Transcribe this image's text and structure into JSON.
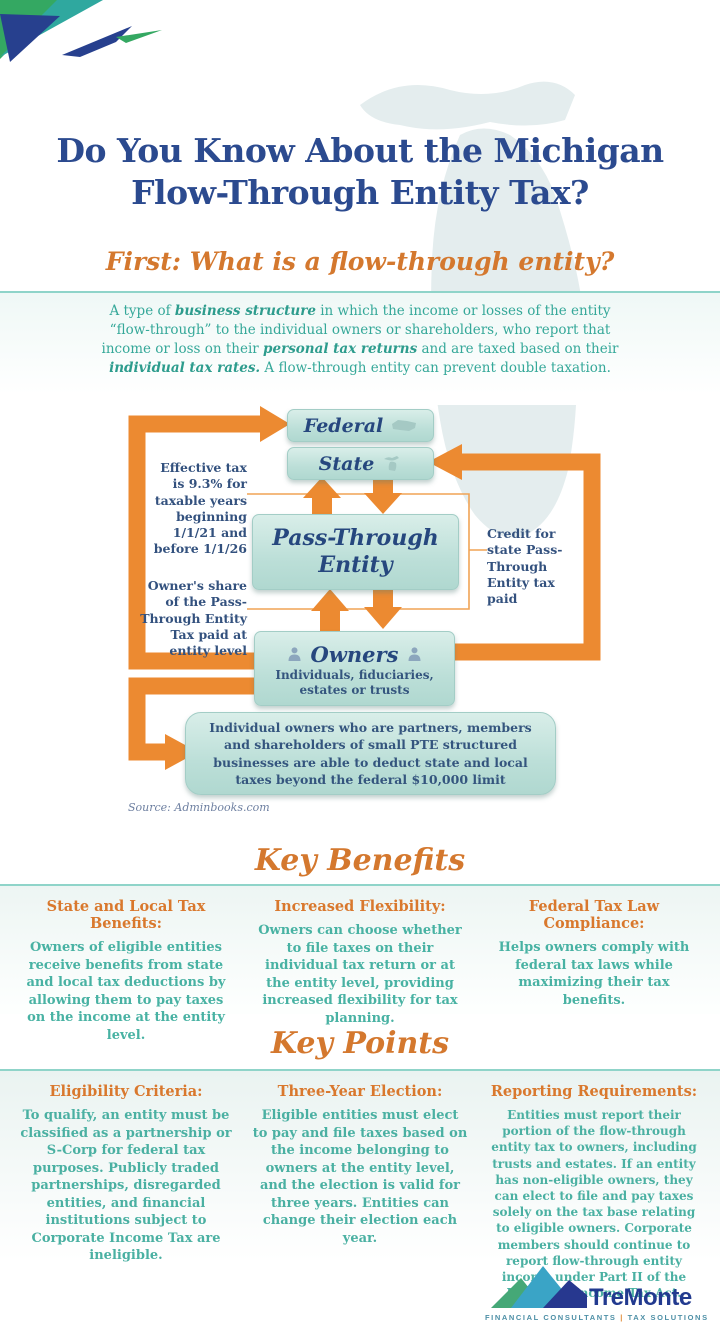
{
  "colors": {
    "navy": "#2b4a8f",
    "orange_heading": "#d4782e",
    "arrow_orange": "#ec8a31",
    "teal_body": "#35a899",
    "box_fill": "#bcdfd8",
    "divider_teal": "#8fd4c9"
  },
  "header": {
    "title_line1": "Do You Know About the Michigan",
    "title_line2": "Flow-Through Entity Tax?",
    "subtitle": "First: What is a flow-through entity?"
  },
  "intro": {
    "t1": "A type of ",
    "b1": "business structure",
    "t2": " in which the income or losses of the entity “flow-through” to the individual owners or shareholders, who report that income or loss on their ",
    "b2": "personal tax returns",
    "t3": " and are taxed based on their ",
    "b3": "individual tax rates.",
    "t4": " A flow-through entity can prevent double taxation."
  },
  "diagram": {
    "federal_label": "Federal",
    "state_label": "State",
    "pte_label_line1": "Pass-Through",
    "pte_label_line2": "Entity",
    "owners_label": "Owners",
    "owners_sub": "Individuals, fiduciaries, estates or trusts",
    "bottom_note": "Individual owners who are partners, members and shareholders of small PTE structured businesses are able to deduct state and local taxes beyond the federal $10,000 limit",
    "anno_left_top": "Effective tax is 9.3% for taxable years beginning 1/1/21 and before 1/1/26",
    "anno_left_bottom": "Owner's share of the Pass-Through Entity Tax paid at entity level",
    "anno_right": "Credit for state Pass-Through Entity tax paid",
    "source": "Source: Adminbooks.com"
  },
  "key_benefits": {
    "title": "Key Benefits",
    "items": [
      {
        "heading": "State and Local Tax Benefits:",
        "body": "Owners of eligible entities receive benefits from state and local tax deductions by allowing them to pay taxes on the income at the entity level."
      },
      {
        "heading": "Increased Flexibility:",
        "body": "Owners can choose whether to file taxes on their individual tax return or at the entity level, providing increased flexibility for tax planning."
      },
      {
        "heading": "Federal Tax Law Compliance:",
        "body": "Helps owners comply with federal tax laws while maximizing their tax benefits."
      }
    ]
  },
  "key_points": {
    "title": "Key Points",
    "items": [
      {
        "heading": "Eligibility Criteria:",
        "body": "To qualify, an entity must be classified as a partnership or S-Corp for federal tax purposes. Publicly traded partnerships, disregarded entities, and financial institutions subject to Corporate Income Tax are ineligible."
      },
      {
        "heading": "Three-Year Election:",
        "body": "Eligible entities must elect to pay and file taxes based on the income belonging to owners at the entity level, and the election is valid for three years. Entities can change their election each year."
      },
      {
        "heading": "Reporting Requirements:",
        "body": "Entities must report their portion of the flow-through entity tax to owners, including trusts and estates. If an entity has non-eligible owners, they can elect to file and pay taxes solely on the tax base relating to eligible owners. Corporate members should continue to report flow-through entity income under Part II of the Michigan Income Tax Act."
      }
    ]
  },
  "footer_logo": {
    "name": "TreMonte",
    "tagline_left": "FINANCIAL CONSULTANTS",
    "tagline_sep": "|",
    "tagline_right": "TAX SOLUTIONS"
  }
}
